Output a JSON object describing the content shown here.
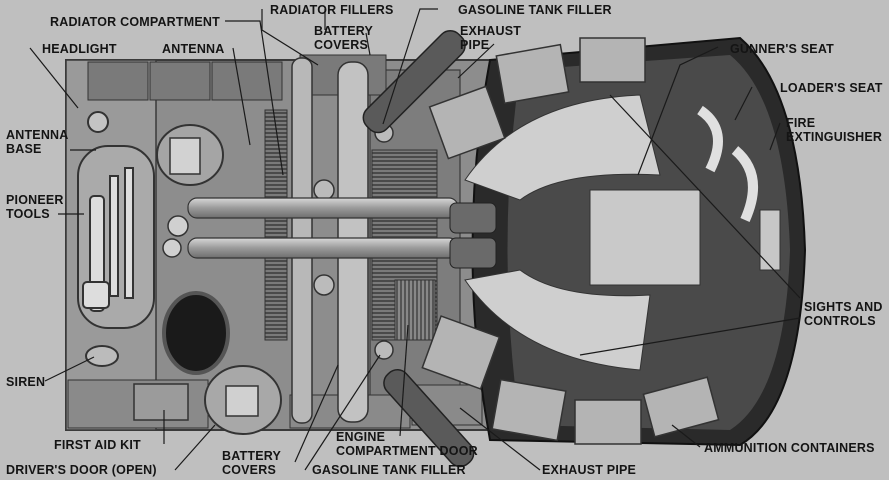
{
  "labels": {
    "radiator_compartment": "RADIATOR COMPARTMENT",
    "radiator_fillers": "RADIATOR FILLERS",
    "gasoline_tank_filler_top": "GASOLINE TANK FILLER",
    "headlight": "HEADLIGHT",
    "antenna": "ANTENNA",
    "battery_covers_top": [
      "BATTERY",
      "COVERS"
    ],
    "exhaust_pipe_top": [
      "EXHAUST",
      "PIPE"
    ],
    "gunners_seat": "GUNNER'S SEAT",
    "loaders_seat": "LOADER'S SEAT",
    "fire_extinguisher": [
      "FIRE",
      "EXTINGUISHER"
    ],
    "antenna_base": [
      "ANTENNA",
      "BASE"
    ],
    "pioneer_tools": [
      "PIONEER",
      "TOOLS"
    ],
    "sights_and_controls": [
      "SIGHTS AND",
      "CONTROLS"
    ],
    "siren": "SIREN",
    "engine_compartment_door": [
      "ENGINE",
      "COMPARTMENT DOOR"
    ],
    "ammunition_containers": "AMMUNITION CONTAINERS",
    "first_aid_kit": "FIRST AID KIT",
    "battery_covers_bottom": [
      "BATTERY",
      "COVERS"
    ],
    "drivers_door": "DRIVER'S DOOR (OPEN)",
    "gasoline_tank_filler_bottom": "GASOLINE TANK FILLER",
    "exhaust_pipe_bottom": "EXHAUST PIPE"
  }
}
